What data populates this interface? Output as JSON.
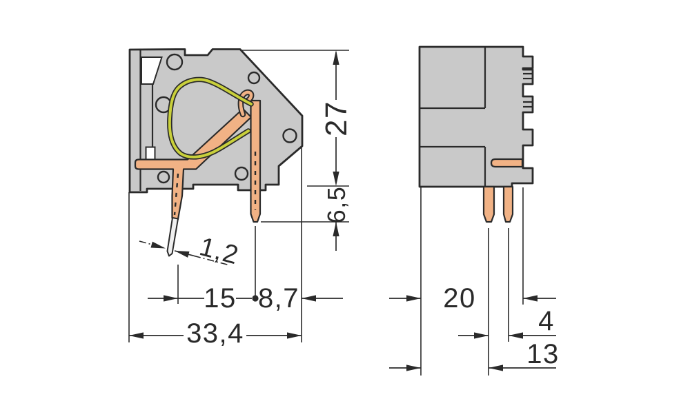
{
  "drawing": {
    "type": "technical-dimension-drawing",
    "views": {
      "side": {
        "name": "side-view",
        "dims": {
          "height": "27",
          "pin_protrusion": "6,5",
          "pin_thickness": "1,2",
          "pin_spacing": "15",
          "pin_to_edge": "8,7",
          "total_depth": "33,4"
        }
      },
      "front": {
        "name": "front-view",
        "dims": {
          "width": "20",
          "pin_pitch": "4",
          "pin_offset": "13"
        }
      }
    },
    "colors": {
      "line": "#2a2a2a",
      "body_gray": "#c9c9c9",
      "copper": "#f1b285",
      "spring_yellow_green": "#c9d03b",
      "bare_pin": "#f0f0f0",
      "background": "#ffffff"
    }
  }
}
